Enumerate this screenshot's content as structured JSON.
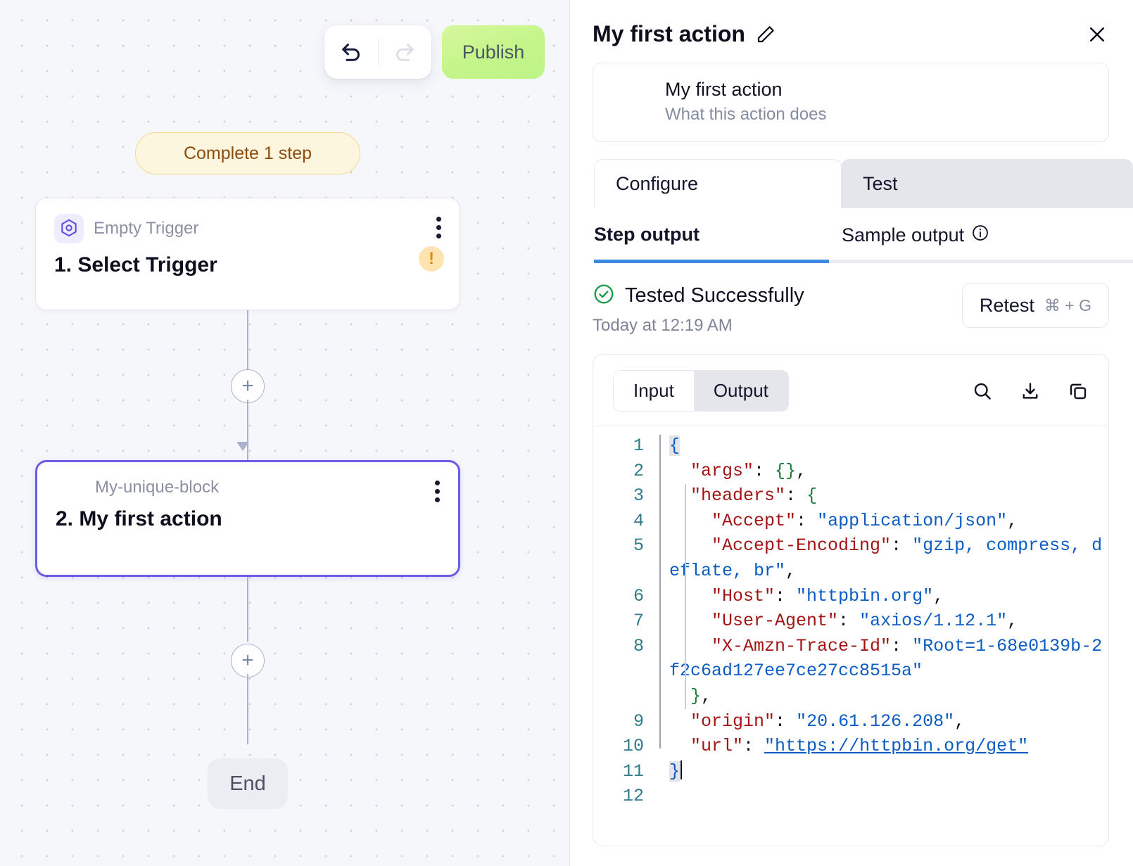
{
  "canvas": {
    "toolbar": {
      "undo": "undo-icon",
      "redo": "redo-icon"
    },
    "publish_label": "Publish",
    "complete_pill": "Complete 1 step",
    "nodes": [
      {
        "subtitle": "Empty Trigger",
        "title": "1. Select Trigger",
        "icon": "hexagon-target-icon",
        "badge": "!"
      },
      {
        "subtitle": "My-unique-block",
        "title": "2. My first action"
      }
    ],
    "add_button_label": "+",
    "end_label": "End"
  },
  "panel": {
    "title": "My first action",
    "edit_icon": "pencil-icon",
    "close_icon": "close-icon",
    "name_card": {
      "name": "My first action",
      "description": "What this action does"
    },
    "tabs": [
      {
        "label": "Configure",
        "active": false
      },
      {
        "label": "Test",
        "active": true
      }
    ],
    "subtabs": [
      {
        "label": "Step output",
        "active": true
      },
      {
        "label": "Sample output",
        "active": false,
        "icon": "info-icon"
      }
    ],
    "status": {
      "icon": "check-circle-icon",
      "label": "Tested Successfully",
      "timestamp": "Today at 12:19 AM",
      "color": "#1a9d4a"
    },
    "retest": {
      "label": "Retest",
      "shortcut": "⌘ + G"
    },
    "code_toolbar": {
      "segments": [
        {
          "label": "Input",
          "active": false
        },
        {
          "label": "Output",
          "active": true
        }
      ],
      "icons": [
        "search-icon",
        "download-icon",
        "copy-icon"
      ]
    },
    "code": {
      "language": "json",
      "line_numbers": [
        "1",
        "2",
        "3",
        "4",
        "5",
        "6",
        "7",
        "8",
        "9",
        "10",
        "11",
        "12"
      ],
      "lines": [
        "{",
        "  \"args\": {},",
        "  \"headers\": {",
        "    \"Accept\": \"application/json\",",
        "    \"Accept-Encoding\": \"gzip, compress, deflate, br\",",
        "    \"Host\": \"httpbin.org\",",
        "    \"User-Agent\": \"axios/1.12.1\",",
        "    \"X-Amzn-Trace-Id\": \"Root=1-68e0139b-2f2c6ad127ee7ce27cc8515a\"",
        "  },",
        "  \"origin\": \"20.61.126.208\",",
        "  \"url\": \"https://httpbin.org/get\"",
        "}"
      ],
      "tokens": {
        "l2_key": "\"args\"",
        "l2_val": "{}",
        "l3_key": "\"headers\"",
        "l4_key": "\"Accept\"",
        "l4_val": "\"application/json\"",
        "l5_key": "\"Accept-Encoding\"",
        "l5_val": "\"gzip, compress, deflate, br\"",
        "l6_key": "\"Host\"",
        "l6_val": "\"httpbin.org\"",
        "l7_key": "\"User-Agent\"",
        "l7_val": "\"axios/1.12.1\"",
        "l8_key": "\"X-Amzn-Trace-Id\"",
        "l8_val": "\"Root=1-68e0139b-2f2c6ad127ee7ce27cc8515a\"",
        "l10_key": "\"origin\"",
        "l10_val": "\"20.61.126.208\"",
        "l11_key": "\"url\"",
        "l11_val": "\"https://httpbin.org/get\""
      }
    }
  },
  "colors": {
    "accent_purple": "#6b5ce7",
    "publish_green": "#c5f58b",
    "warn_amber": "#d98b13",
    "success_green": "#1a9d4a",
    "underline_blue": "#3b8ae2"
  }
}
